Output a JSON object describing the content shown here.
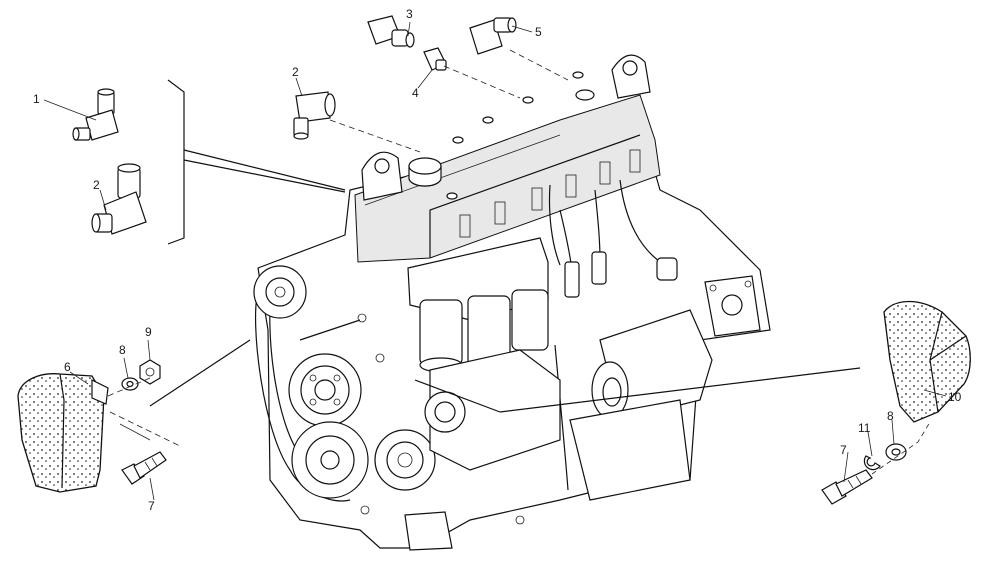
{
  "diagram": {
    "callouts": [
      {
        "id": "c-1",
        "label": "1"
      },
      {
        "id": "c-2-left",
        "label": "2"
      },
      {
        "id": "c-2-top",
        "label": "2"
      },
      {
        "id": "c-3",
        "label": "3"
      },
      {
        "id": "c-4",
        "label": "4"
      },
      {
        "id": "c-5",
        "label": "5"
      },
      {
        "id": "c-6",
        "label": "6"
      },
      {
        "id": "c-7-left",
        "label": "7"
      },
      {
        "id": "c-8-left",
        "label": "8"
      },
      {
        "id": "c-9",
        "label": "9"
      },
      {
        "id": "c-10",
        "label": "10"
      },
      {
        "id": "c-7-right",
        "label": "7"
      },
      {
        "id": "c-11",
        "label": "11"
      },
      {
        "id": "c-8-right",
        "label": "8"
      }
    ]
  }
}
